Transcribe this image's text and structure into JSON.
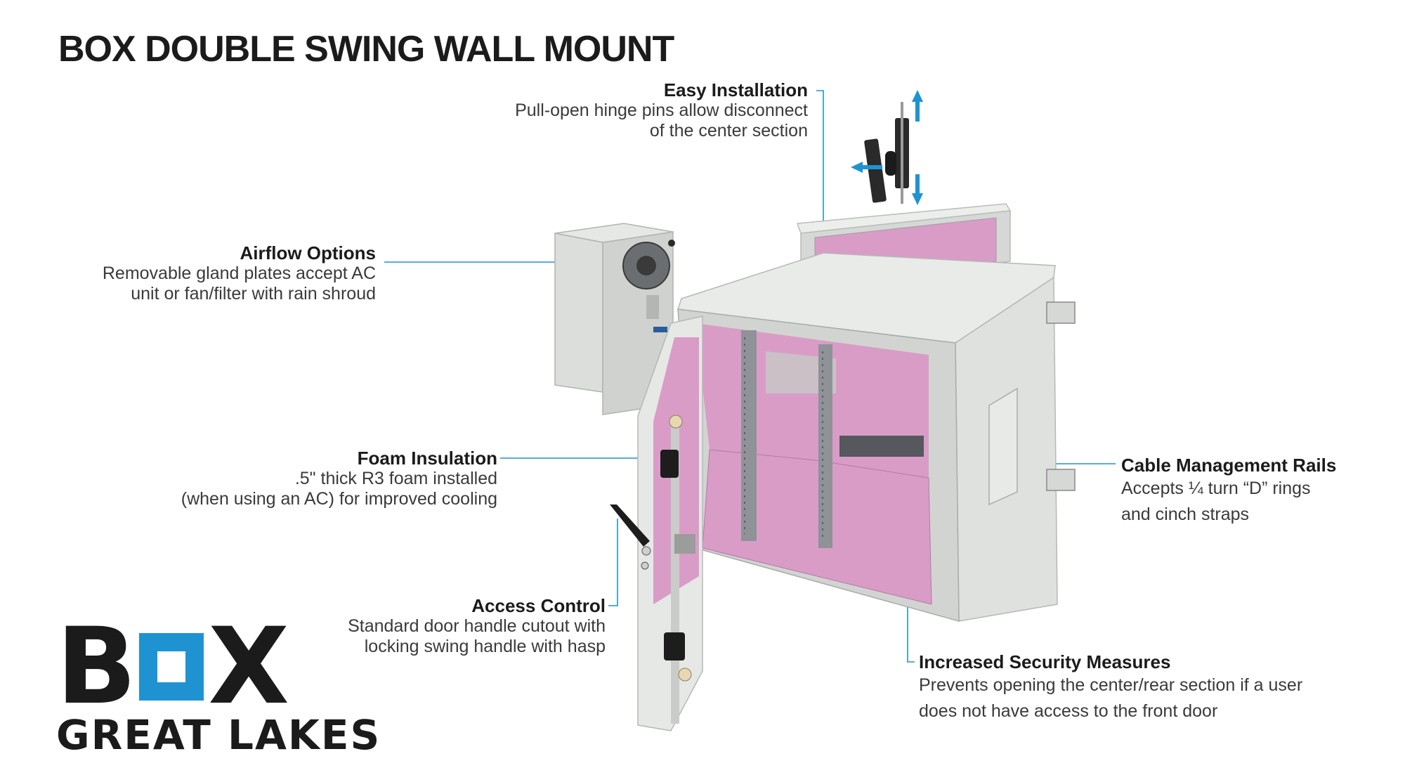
{
  "title": "BOX DOUBLE SWING WALL MOUNT",
  "callouts": {
    "easy_installation": {
      "head": "Easy Installation",
      "body": "Pull-open hinge pins allow disconnect\nof the center section"
    },
    "airflow_options": {
      "head": "Airflow Options",
      "body": "Removable gland plates accept AC\nunit or fan/filter with rain shroud"
    },
    "foam_insulation": {
      "head": "Foam Insulation",
      "body": ".5\" thick R3 foam installed\n(when using an AC) for improved cooling"
    },
    "access_control": {
      "head": "Access Control",
      "body": "Standard door handle cutout with\nlocking swing handle with hasp"
    },
    "cable_management": {
      "head": "Cable Management Rails",
      "body": "Accepts ¼ turn “D” rings\nand cinch straps"
    },
    "security": {
      "head": "Increased Security Measures",
      "body": "Prevents opening the center/rear section if a user\ndoes not have access to the front door"
    }
  },
  "logo": {
    "main": "BOX",
    "sub": "GREAT LAKES"
  },
  "colors": {
    "accent": "#1f93d2",
    "foam": "#d99cc7",
    "enclosure": "#e3e5e3",
    "text": "#1b1b1b"
  }
}
